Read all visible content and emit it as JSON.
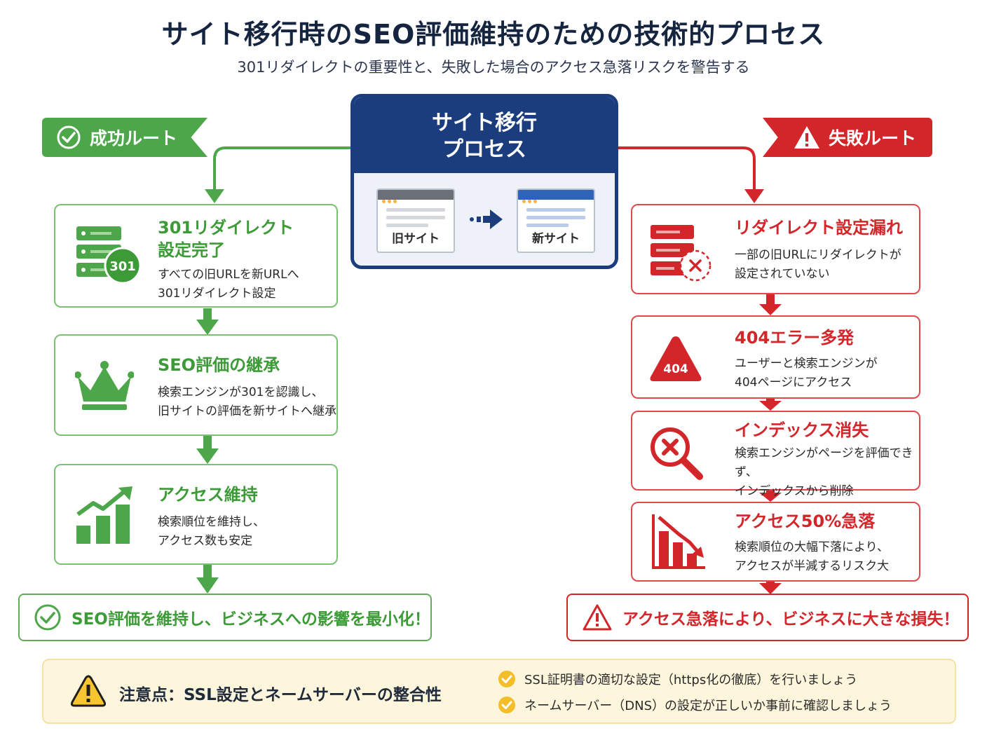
{
  "header": {
    "title": "サイト移行時のSEO評価維持のための技術的プロセス",
    "subtitle": "301リダイレクトの重要性と、失敗した場合のアクセス急落リスクを警告する"
  },
  "process": {
    "title_line1": "サイト移行",
    "title_line2": "プロセス",
    "old_site": "旧サイト",
    "new_site": "新サイト"
  },
  "success_route": {
    "label": "成功ルート",
    "steps": [
      {
        "title_line1": "301リダイレクト",
        "title_line2": "設定完了",
        "desc": "すべての旧URLを新URLへ\n301リダイレクト設定",
        "icon": "server-301-icon",
        "icon_text": "301"
      },
      {
        "title_line1": "SEO評価の継承",
        "desc": "検索エンジンが301を認識し、\n旧サイトの評価を新サイトへ継承",
        "icon": "crown-icon"
      },
      {
        "title_line1": "アクセス維持",
        "desc": "検索順位を維持し、\nアクセス数も安定",
        "icon": "growth-chart-icon"
      }
    ],
    "outcome": "SEO評価を維持し、ビジネスへの影響を最小化！"
  },
  "fail_route": {
    "label": "失敗ルート",
    "steps": [
      {
        "title_line1": "リダイレクト設定漏れ",
        "desc": "一部の旧URLにリダイレクトが\n設定されていない",
        "icon": "server-error-icon"
      },
      {
        "title_line1": "404エラー多発",
        "desc": "ユーザーと検索エンジンが\n404ページにアクセス",
        "icon": "error-404-icon",
        "icon_text": "404"
      },
      {
        "title_line1": "インデックス消失",
        "desc": "検索エンジンがページを評価できず、\nインデックスから削除",
        "icon": "search-x-icon"
      },
      {
        "title_line1": "アクセス50%急落",
        "desc": "検索順位の大幅下落により、\nアクセスが半減するリスク大",
        "icon": "decline-chart-icon"
      }
    ],
    "outcome": "アクセス急落により、ビジネスに大きな損失！"
  },
  "caution": {
    "title": "注意点：SSL設定とネームサーバーの整合性",
    "items": [
      "SSL証明書の適切な設定（https化の徹底）を行いましょう",
      "ネームサーバー（DNS）の設定が正しいか事前に確認しましょう"
    ]
  },
  "colors": {
    "success": "#4ea64a",
    "fail": "#d3262a",
    "process": "#1b3d7e",
    "caution_bg": "#fdf6dd"
  }
}
